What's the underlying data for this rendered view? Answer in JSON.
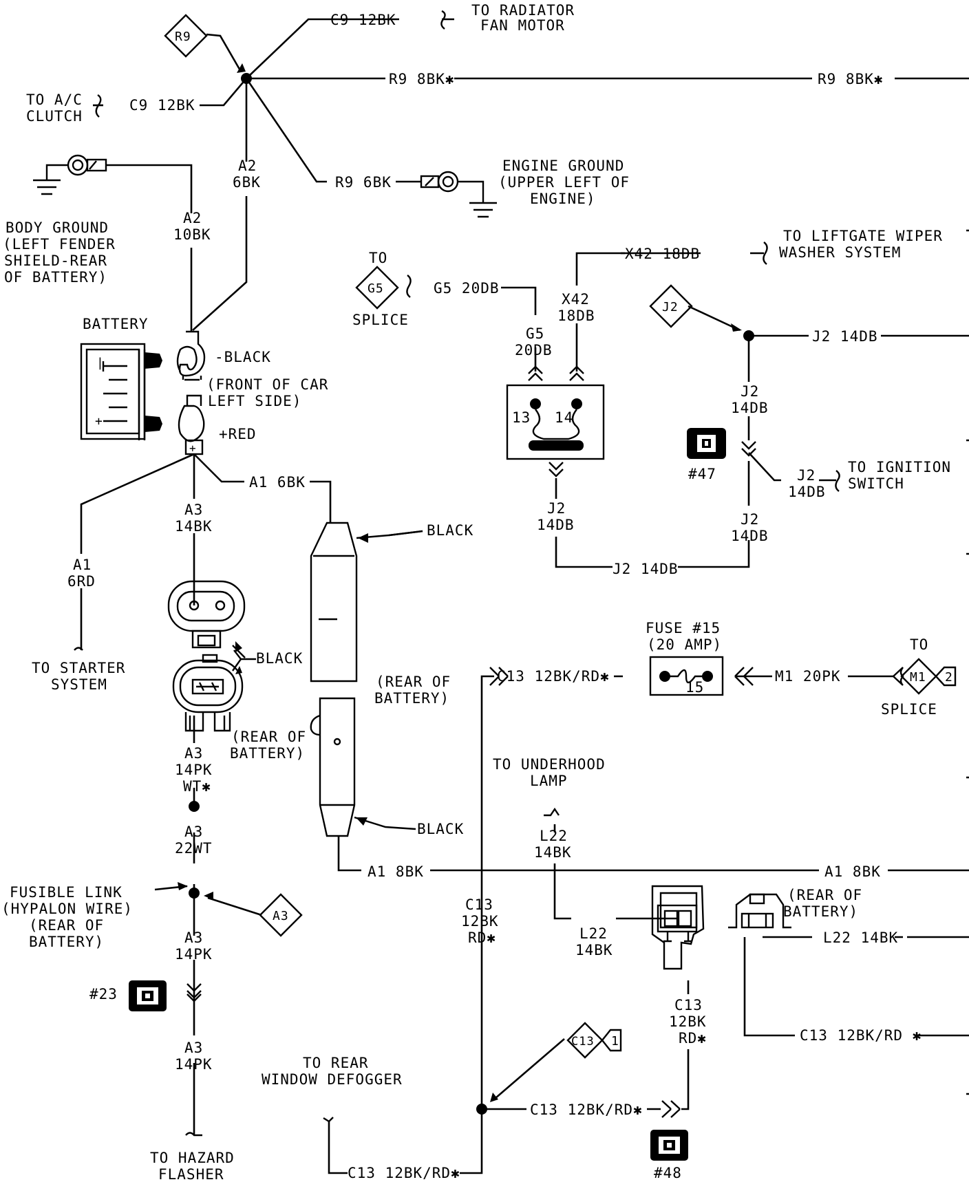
{
  "labels": {
    "c9_top": "C9 12BK",
    "to_rad_1": "TO RADIATOR",
    "to_rad_2": "FAN MOTOR",
    "r9_diamond": "R9",
    "r9_8bk_1": "R9 8BK✱",
    "r9_8bk_2": "R9 8BK✱",
    "to_ac_1": "TO A/C",
    "to_ac_2": "CLUTCH",
    "c9_left": "C9 12BK",
    "a2_6bk_1": "A2",
    "a2_6bk_2": "6BK",
    "a2_10bk_1": "A2",
    "a2_10bk_2": "10BK",
    "r9_6bk": "R9 6BK",
    "eng_gnd_1": "ENGINE GROUND",
    "eng_gnd_2": "(UPPER LEFT OF",
    "eng_gnd_3": "ENGINE)",
    "body_gnd_1": "BODY GROUND",
    "body_gnd_2": "(LEFT FENDER",
    "body_gnd_3": "SHIELD-REAR",
    "body_gnd_4": "OF BATTERY)",
    "battery": "BATTERY",
    "neg_black": "-BLACK",
    "front_car_1": "(FRONT OF CAR",
    "front_car_2": "LEFT SIDE)",
    "pos_red": "+RED",
    "a1_6bk": "A1 6BK",
    "a3_14bk_1": "A3",
    "a3_14bk_2": "14BK",
    "a1_6rd_1": "A1",
    "a1_6rd_2": "6RD",
    "to_starter_1": "TO STARTER",
    "to_starter_2": "SYSTEM",
    "black_1": "BLACK",
    "black_2": "BLACK",
    "black_3": "BLACK",
    "rear_batt_a_1": "(REAR OF",
    "rear_batt_a_2": "BATTERY)",
    "rear_batt_b_1": "(REAR OF",
    "rear_batt_b_2": "BATTERY)",
    "a3_14pkwt_1": "A3",
    "a3_14pkwt_2": "14PK",
    "a3_14pkwt_3": "WT✱",
    "a3_22wt_1": "A3",
    "a3_22wt_2": "22WT",
    "fusible_1": "FUSIBLE LINK",
    "fusible_2": "(HYPALON WIRE)",
    "fusible_3": "(REAR OF",
    "fusible_4": "BATTERY)",
    "a3_diamond": "A3",
    "a3_14pk_1a": "A3",
    "a3_14pk_1b": "14PK",
    "conn23": "#23",
    "a3_14pk_2a": "A3",
    "a3_14pk_2b": "14PK",
    "to_hazard_1": "TO HAZARD",
    "to_hazard_2": "FLASHER",
    "to_rear_1": "TO REAR",
    "to_rear_2": "WINDOW DEFOGGER",
    "to_g5": "TO",
    "g5_diamond": "G5",
    "splice_g5": "SPLICE",
    "g5_20db_h": "G5 20DB",
    "g5_20db_1": "G5",
    "g5_20db_2": "20DB",
    "x42_h": "X42 18DB",
    "x42_1": "X42",
    "x42_2": "18DB",
    "to_liftgate_1": "TO LIFTGATE WIPER",
    "to_liftgate_2": "WASHER SYSTEM",
    "pin13": "13",
    "pin14": "14",
    "j2_14db_a1": "J2",
    "j2_14db_a2": "14DB",
    "j2_14db_h": "J2 14DB",
    "j2_diamond": "J2",
    "j2_14db_top": "J2 14DB",
    "j2_14db_b1": "J2",
    "j2_14db_b2": "14DB",
    "conn47": "#47",
    "j2_14db_c1": "J2",
    "j2_14db_c2": "14DB",
    "to_ign_1": "TO IGNITION",
    "to_ign_2": "SWITCH",
    "j2_14db_d1": "J2",
    "j2_14db_d2": "14DB",
    "fuse_1": "FUSE #15",
    "fuse_2": "(20 AMP)",
    "fuse_num": "15",
    "c13_fuse": "C13 12BK/RD✱",
    "m1_20pk": "M1 20PK",
    "to_m1": "TO",
    "m1_diamond": "M1",
    "m1_pin": "2",
    "splice_m1": "SPLICE",
    "to_underhood_1": "TO UNDERHOOD",
    "to_underhood_2": "LAMP",
    "l22_14bk_a1": "L22",
    "l22_14bk_a2": "14BK",
    "a1_8bk_1": "A1 8BK",
    "a1_8bk_2": "A1 8BK",
    "c13_v1": "C13",
    "c13_v2": "12BK",
    "c13_v3": "RD✱",
    "l22_14bk_b1": "L22",
    "l22_14bk_b2": "14BK",
    "rear_batt_c_1": "(REAR OF",
    "rear_batt_c_2": "BATTERY)",
    "l22_14bk_h": "L22 14BK",
    "c13_w1": "C13",
    "c13_w2": "12BK",
    "c13_w3": "RD✱",
    "c13_right": "C13 12BK/RD ✱",
    "c13_diamond": "C13",
    "c13_pin": "1",
    "c13_mid": "C13 12BK/RD✱",
    "conn48": "#48",
    "c13_bottom": "C13 12BK/RD✱"
  }
}
